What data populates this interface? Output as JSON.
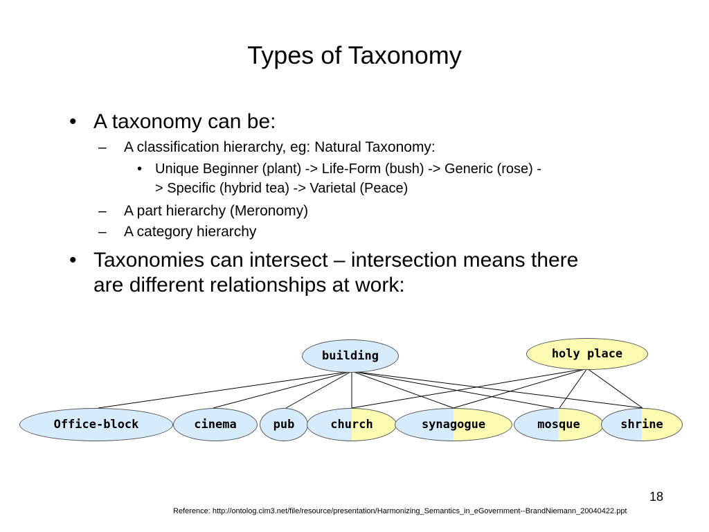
{
  "slide": {
    "title": "Types of Taxonomy",
    "bullets": {
      "b1": "A taxonomy can be:",
      "b1_1": "A classification hierarchy, eg: Natural Taxonomy:",
      "b1_1_1_line1": "Unique Beginner (plant) -> Life-Form (bush) -> Generic (rose) -",
      "b1_1_1_line2": "> Specific (hybrid tea) -> Varietal (Peace)",
      "b1_2": "A part hierarchy (Meronomy)",
      "b1_3": "A category hierarchy",
      "b2_line1": "Taxonomies can intersect – intersection means there",
      "b2_line2": "are different relationships at work:"
    },
    "markers": {
      "bullet": "•",
      "dash": "–"
    },
    "page_number": "18",
    "reference": "Reference: http://ontolog.cim3.net/file/resource/presentation/Harmonizing_Semantics_in_eGovernment--BrandNiemann_20040422.ppt"
  },
  "diagram": {
    "colors": {
      "building_group": "#d6ecfd",
      "holy_place_group": "#fdfbb1",
      "edge": "#000000"
    },
    "parents": {
      "building": "building",
      "holy_place": "holy place"
    },
    "children": {
      "office_block": "Office-block",
      "cinema": "cinema",
      "pub": "pub",
      "church": "church",
      "synagogue": "synagogue",
      "mosque": "mosque",
      "shrine": "shrine"
    },
    "edges": [
      [
        "building",
        "Office-block"
      ],
      [
        "building",
        "cinema"
      ],
      [
        "building",
        "pub"
      ],
      [
        "building",
        "church"
      ],
      [
        "building",
        "synagogue"
      ],
      [
        "building",
        "mosque"
      ],
      [
        "building",
        "shrine"
      ],
      [
        "holy place",
        "church"
      ],
      [
        "holy place",
        "synagogue"
      ],
      [
        "holy place",
        "mosque"
      ],
      [
        "holy place",
        "shrine"
      ]
    ]
  }
}
